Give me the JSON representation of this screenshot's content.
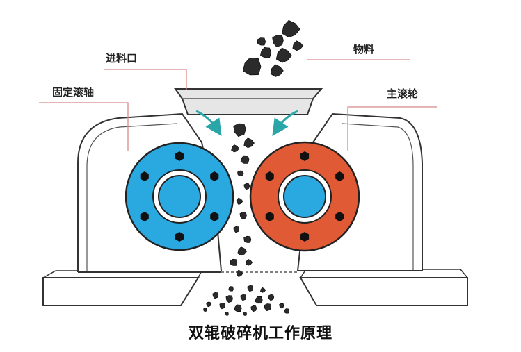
{
  "labels": {
    "feed_inlet": "进料口",
    "material": "物料",
    "fixed_roller": "固定滚轴",
    "main_roller": "主滚轮"
  },
  "caption": "双辊破碎机工作原理",
  "colors": {
    "fixed_roller": "#2aa9e0",
    "main_roller": "#e05a36",
    "leader_line": "#d88a8a",
    "arrow": "#2aa6a8",
    "frame_stroke": "#333333",
    "material": "#2b2b2b"
  },
  "icons": {
    "bolt": "hexagon-bolt-icon",
    "feed_arrow": "curved-arrow-icon"
  }
}
